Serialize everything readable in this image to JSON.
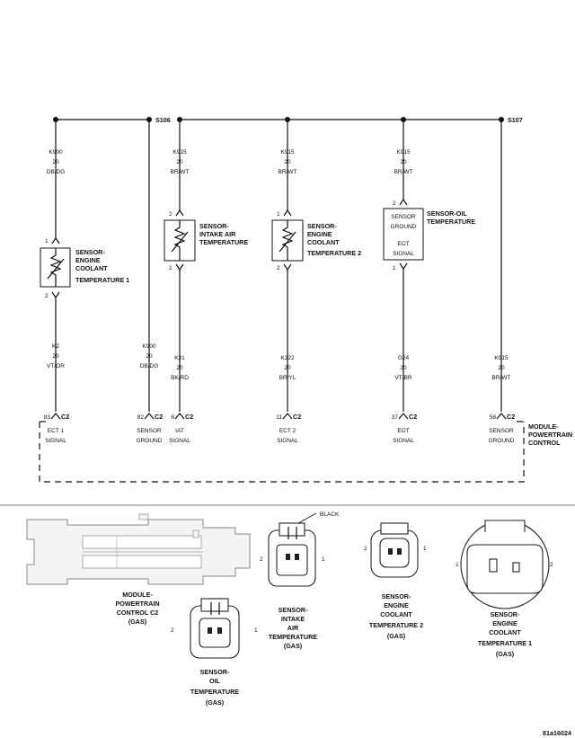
{
  "splices": {
    "s106": "S106",
    "s107": "S107"
  },
  "wires": [
    {
      "code": "K900",
      "gauge": "20",
      "color": "DB/DG"
    },
    {
      "code": "K915",
      "gauge": "20",
      "color": "BR/WT"
    },
    {
      "code": "K915",
      "gauge": "20",
      "color": "BR/WT"
    },
    {
      "code": "K915",
      "gauge": "20",
      "color": "BR/WT"
    },
    {
      "code": "K2",
      "gauge": "20",
      "color": "VT/OR"
    },
    {
      "code": "K900",
      "gauge": "20",
      "color": "DB/DG"
    },
    {
      "code": "K21",
      "gauge": "20",
      "color": "BK/RD"
    },
    {
      "code": "K222",
      "gauge": "20",
      "color": "BR/YL"
    },
    {
      "code": "G24",
      "gauge": "20",
      "color": "VT/BR"
    },
    {
      "code": "K915",
      "gauge": "20",
      "color": "BR/WT"
    }
  ],
  "sensors": {
    "ect1": {
      "l1": "SENSOR-",
      "l2": "ENGINE",
      "l3": "COOLANT",
      "l4": "TEMPERATURE 1"
    },
    "iat": {
      "l1": "SENSOR-",
      "l2": "INTAKE AIR",
      "l3": "TEMPERATURE"
    },
    "ect2": {
      "l1": "SENSOR-",
      "l2": "ENGINE",
      "l3": "COOLANT",
      "l4": "TEMPERATURE 2"
    },
    "eot": {
      "l1": "SENSOR-OIL",
      "l2": "TEMPERATURE",
      "b1": "SENSOR",
      "b2": "GROUND",
      "b3": "EOT",
      "b4": "SIGNAL"
    }
  },
  "pins": {
    "p1": "1",
    "p2": "2"
  },
  "connector_pins": [
    "83",
    "82",
    "8",
    "11",
    "37",
    "58"
  ],
  "connector_name": "C2",
  "pcm_signals": [
    {
      "l1": "ECT 1",
      "l2": "SIGNAL"
    },
    {
      "l1": "SENSOR",
      "l2": "GROUND"
    },
    {
      "l1": "IAT",
      "l2": "SIGNAL"
    },
    {
      "l1": "ECT 2",
      "l2": "SIGNAL"
    },
    {
      "l1": "EOT",
      "l2": "SIGNAL"
    },
    {
      "l1": "SENSOR",
      "l2": "GROUND"
    }
  ],
  "pcm_label": {
    "l1": "MODULE-",
    "l2": "POWERTRAIN",
    "l3": "CONTROL"
  },
  "bottom": {
    "black_label": "BLACK",
    "c2": {
      "l1": "MODULE-",
      "l2": "POWERTRAIN",
      "l3": "CONTROL C2",
      "l4": "(GAS)"
    },
    "iat": {
      "l1": "SENSOR-",
      "l2": "INTAKE",
      "l3": "AIR",
      "l4": "TEMPERATURE",
      "l5": "(GAS)"
    },
    "ect2": {
      "l1": "SENSOR-",
      "l2": "ENGINE",
      "l3": "COOLANT",
      "l4": "TEMPERATURE 2",
      "l5": "(GAS)"
    },
    "ect1": {
      "l1": "SENSOR-",
      "l2": "ENGINE",
      "l3": "COOLANT",
      "l4": "TEMPERATURE 1",
      "l5": "(GAS)"
    },
    "oil": {
      "l1": "SENSOR-",
      "l2": "OIL",
      "l3": "TEMPERATURE",
      "l4": "(GAS)"
    }
  },
  "figure_id": "81a16024"
}
